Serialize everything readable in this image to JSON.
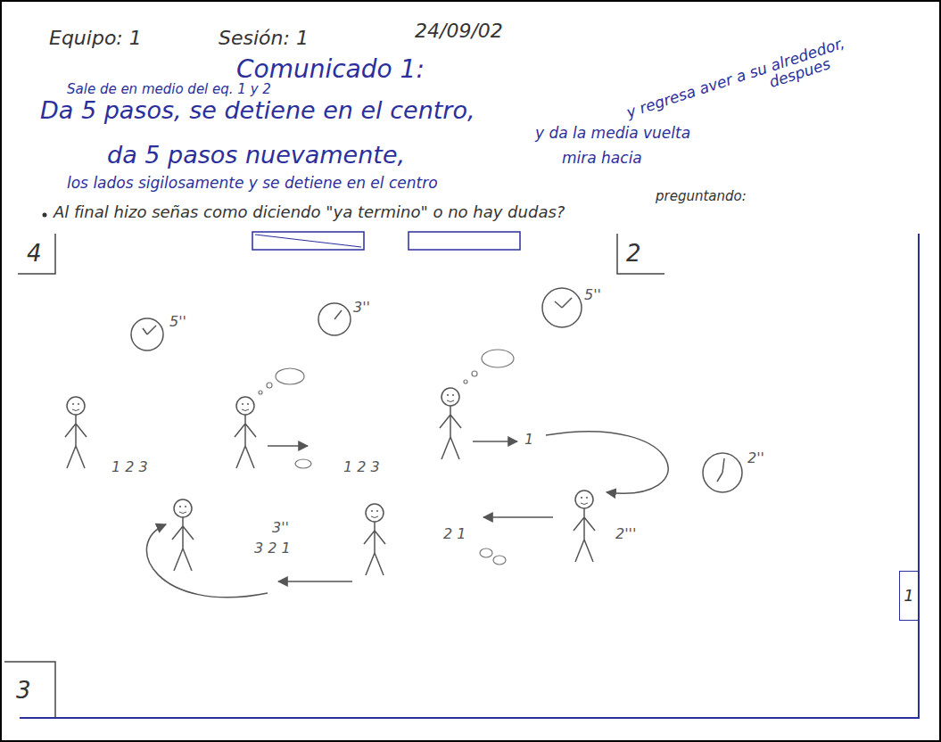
{
  "diagram": {
    "title": "Comunicado 1:",
    "nodes": [
      {
        "text": [
          "1"
        ]
      }
    ],
    "labels": [
      "Equipo: 1",
      "Sesión: 1",
      "24/09/02",
      "Sale de en medio del eq. 1 y 2",
      "Da 5 pasos, se detiene en el centro,",
      "y regresa aver a su alrededor,",
      "despues",
      "y da la media vuelta",
      "da 5 pasos nuevamente,",
      "mira hacia",
      "los lados sigilosamente y se detiene en el centro",
      "preguntando:",
      "Al final hizo señas como diciendo \"ya termino\" o no hay dudas?",
      "4",
      "2",
      "3",
      "5''",
      "3''",
      "5''",
      "2''",
      "1 2 3",
      "1 2 3",
      "1",
      "3''",
      "3 2 1",
      "2 1",
      "2'''"
    ]
  }
}
